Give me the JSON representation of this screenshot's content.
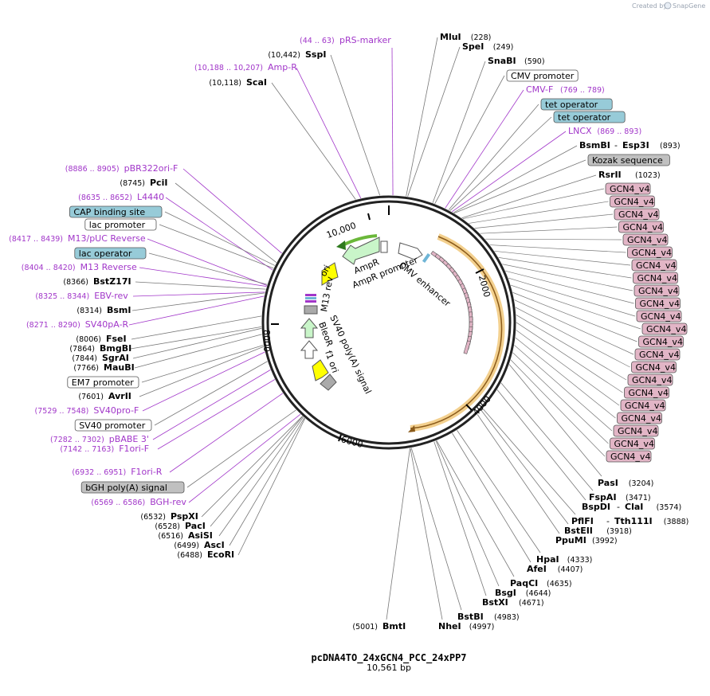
{
  "credit": {
    "text": "Created by",
    "brand": "SnapGene"
  },
  "plasmid": {
    "name": "pcDNA4TO_24xGCN4_PCC_24xPP7",
    "length_label": "10,561 bp",
    "length": 10561
  },
  "ticks": [
    "2000",
    "4000",
    "6000",
    "8000",
    "10,000"
  ],
  "colors": {
    "primer": "#a136c9",
    "gcn4": "#e2b5c6",
    "operator": "#97cbd8",
    "kozak": "#c0c0c0",
    "orf_orange": "#e8a33c",
    "ori_yellow": "#ffff00",
    "ampr_green": "#c9f5c9",
    "line": "#777777"
  },
  "left_labels": [
    {
      "pos": "(10,442)",
      "name": "SspI",
      "kind": "site"
    },
    {
      "pos": "(10,188 .. 10,207)",
      "name": "Amp-R",
      "kind": "primer"
    },
    {
      "pos": "(10,118)",
      "name": "ScaI",
      "kind": "site"
    },
    {
      "pos": "(8886 .. 8905)",
      "name": "pBR322ori-F",
      "kind": "primer"
    },
    {
      "pos": "(8745)",
      "name": "PciI",
      "kind": "site"
    },
    {
      "pos": "(8635 .. 8652)",
      "name": "L4440",
      "kind": "primer"
    },
    {
      "pos": "",
      "name": "CAP binding site",
      "kind": "box-blue"
    },
    {
      "pos": "",
      "name": "lac promoter",
      "kind": "box-white"
    },
    {
      "pos": "(8417 .. 8439)",
      "name": "M13/pUC Reverse",
      "kind": "primer"
    },
    {
      "pos": "",
      "name": "lac operator",
      "kind": "box-blue"
    },
    {
      "pos": "(8404 .. 8420)",
      "name": "M13 Reverse",
      "kind": "primer"
    },
    {
      "pos": "(8366)",
      "name": "BstZ17I",
      "kind": "site"
    },
    {
      "pos": "(8325 .. 8344)",
      "name": "EBV-rev",
      "kind": "primer"
    },
    {
      "pos": "(8314)",
      "name": "BsmI",
      "kind": "site"
    },
    {
      "pos": "(8271 .. 8290)",
      "name": "SV40pA-R",
      "kind": "primer"
    },
    {
      "pos": "(8006)",
      "name": "FseI",
      "kind": "site"
    },
    {
      "pos": "(7864)",
      "name": "BmgBI",
      "kind": "site"
    },
    {
      "pos": "(7844)",
      "name": "SgrAI",
      "kind": "site"
    },
    {
      "pos": "(7766)",
      "name": "MauBI",
      "kind": "site"
    },
    {
      "pos": "",
      "name": "EM7 promoter",
      "kind": "box-white"
    },
    {
      "pos": "(7601)",
      "name": "AvrII",
      "kind": "site"
    },
    {
      "pos": "(7529 .. 7548)",
      "name": "SV40pro-F",
      "kind": "primer"
    },
    {
      "pos": "",
      "name": "SV40 promoter",
      "kind": "box-white"
    },
    {
      "pos": "(7282 .. 7302)",
      "name": "pBABE 3'",
      "kind": "primer"
    },
    {
      "pos": "(7142 .. 7163)",
      "name": "F1ori-F",
      "kind": "primer"
    },
    {
      "pos": "(6932 .. 6951)",
      "name": "F1ori-R",
      "kind": "primer"
    },
    {
      "pos": "",
      "name": "bGH poly(A) signal",
      "kind": "box-gray"
    },
    {
      "pos": "(6569 .. 6586)",
      "name": "BGH-rev",
      "kind": "primer"
    },
    {
      "pos": "(6532)",
      "name": "PspXI",
      "kind": "site"
    },
    {
      "pos": "(6528)",
      "name": "PacI",
      "kind": "site"
    },
    {
      "pos": "(6516)",
      "name": "AsiSI",
      "kind": "site"
    },
    {
      "pos": "(6499)",
      "name": "AscI",
      "kind": "site"
    },
    {
      "pos": "(6488)",
      "name": "EcoRI",
      "kind": "site"
    }
  ],
  "right_labels": [
    {
      "name": "MluI",
      "pos": "(228)",
      "kind": "site"
    },
    {
      "name": "SpeI",
      "pos": "(249)",
      "kind": "site"
    },
    {
      "name": "SnaBI",
      "pos": "(590)",
      "kind": "site"
    },
    {
      "name": "CMV promoter",
      "pos": "",
      "kind": "box-white"
    },
    {
      "name": "CMV-F",
      "pos": "(769 .. 789)",
      "kind": "primer"
    },
    {
      "name": "tet operator",
      "pos": "",
      "kind": "box-blue"
    },
    {
      "name": "tet operator",
      "pos": "",
      "kind": "box-blue"
    },
    {
      "name": "LNCX",
      "pos": "(869 .. 893)",
      "kind": "primer"
    },
    {
      "name": "BsmBI",
      "name2": "Esp3I",
      "pos": "(893)",
      "kind": "site2"
    },
    {
      "name": "Kozak sequence",
      "pos": "",
      "kind": "box-gray"
    },
    {
      "name": "RsrII",
      "pos": "(1023)",
      "kind": "site"
    },
    {
      "name": "PasI",
      "pos": "(3204)",
      "kind": "site"
    },
    {
      "name": "FspAI",
      "pos": "(3471)",
      "kind": "site"
    },
    {
      "name": "BspDI",
      "name2": "ClaI",
      "pos": "(3574)",
      "kind": "site2"
    },
    {
      "name": "PflFI",
      "name2": "Tth111I",
      "pos": "(3888)",
      "kind": "site2"
    },
    {
      "name": "BstEII",
      "pos": "(3918)",
      "kind": "site"
    },
    {
      "name": "PpuMI",
      "pos": "(3992)",
      "kind": "site"
    },
    {
      "name": "HpaI",
      "pos": "(4333)",
      "kind": "site"
    },
    {
      "name": "AfeI",
      "pos": "(4407)",
      "kind": "site"
    },
    {
      "name": "PaqCI",
      "pos": "(4635)",
      "kind": "site"
    },
    {
      "name": "BsgI",
      "pos": "(4644)",
      "kind": "site"
    },
    {
      "name": "BstXI",
      "pos": "(4671)",
      "kind": "site"
    },
    {
      "name": "BstBI",
      "pos": "(4983)",
      "kind": "site"
    },
    {
      "name": "NheI",
      "pos": "(4997)",
      "kind": "site"
    },
    {
      "name": "BmtI",
      "pos": "(5001)",
      "kind": "site"
    }
  ],
  "top_primer": {
    "pos": "(44 .. 63)",
    "name": "pRS-marker"
  },
  "gcn4_label": "GCN4_v4",
  "gcn4_count": 22,
  "inner_features": [
    "AmpR",
    "AmpR promoter",
    "CMV enhancer",
    "ori",
    "M13 rev",
    "SV40 poly(A) signal",
    "BleoR",
    "f1 ori"
  ]
}
